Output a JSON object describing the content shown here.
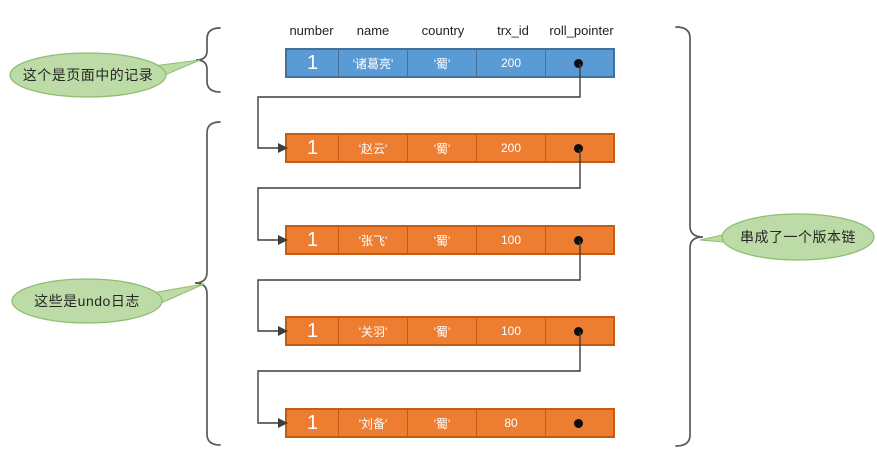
{
  "header": {
    "labels": [
      "number",
      "name",
      "country",
      "trx_id",
      "roll_pointer"
    ]
  },
  "record_row": {
    "number": "1",
    "name": "'诸葛亮'",
    "country": "'蜀'",
    "trx_id": "200"
  },
  "undo_rows": [
    {
      "number": "1",
      "name": "'赵云'",
      "country": "'蜀'",
      "trx_id": "200"
    },
    {
      "number": "1",
      "name": "'张飞'",
      "country": "'蜀'",
      "trx_id": "100"
    },
    {
      "number": "1",
      "name": "'关羽'",
      "country": "'蜀'",
      "trx_id": "100"
    },
    {
      "number": "1",
      "name": "'刘备'",
      "country": "'蜀'",
      "trx_id": "80"
    }
  ],
  "callouts": {
    "page_record": "这个是页面中的记录",
    "undo_log": "这些是undo日志",
    "version_chain": "串成了一个版本链"
  },
  "colors": {
    "record_fill": "#5B9BD5",
    "record_border": "#41719C",
    "undo_fill": "#ED7D31",
    "undo_border": "#C55A11",
    "bubble_fill": "#BCDBA6",
    "bubble_border": "#8FBE70",
    "connector": "#3d3d3d",
    "bracket": "#595959"
  }
}
